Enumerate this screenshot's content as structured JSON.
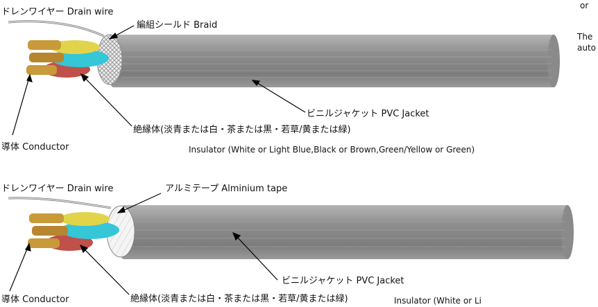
{
  "top": {
    "drain_wire": "ドレンワイヤー  Drain wire",
    "braid": "編組シールド  Braid",
    "jacket": "ビニルジャケット  PVC Jacket",
    "insulator_jp": "絶縁体(淡青または白・茶または黒・若草/黄または緑)",
    "conductor": "導体 Conductor",
    "insulator_en": "Insulator (White or Light Blue,Black or Brown,Green/Yellow or Green)"
  },
  "bottom": {
    "drain_wire": "ドレンワイヤー  Drain wire",
    "tape": "アルミテープ  Alminium tape",
    "jacket": "ビニルジャケット  PVC Jacket",
    "conductor": "導体 Conductor",
    "insulator_jp": "絶縁体(淡青または白・茶または黒・若草/黄または緑)",
    "insulator_en": "Insulator (White or Li"
  },
  "side": {
    "line1": "The",
    "line2": "auto",
    "fragment": "or"
  },
  "colors": {
    "jacket": "#8e8e8e",
    "conductor": "#c89a3a",
    "cyan": "#35c6d8",
    "red": "#c0504a",
    "yellow": "#e2d44a",
    "green": "#5fa33c"
  }
}
